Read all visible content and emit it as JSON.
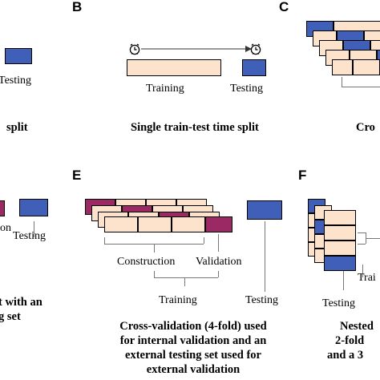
{
  "panels": {
    "a": {
      "testing_label": "Testing",
      "caption": "split"
    },
    "b": {
      "letter": "B",
      "training_label": "Training",
      "testing_label": "Testing",
      "caption": "Single train-test time split",
      "icons": [
        "alarm-clock-icon",
        "alarm-clock-icon"
      ]
    },
    "c": {
      "letter": "C",
      "caption": "Cro"
    },
    "d": {
      "label_fragment": "on",
      "testing_label": "Testing",
      "caption_lines": [
        "t with an",
        "g set"
      ]
    },
    "e": {
      "letter": "E",
      "construction_label": "Construction",
      "validation_label": "Validation",
      "training_label": "Training",
      "testing_label": "Testing",
      "caption_lines": [
        "Cross-validation (4-fold) used",
        "for internal validation and an",
        "external testing set used for",
        "external validation"
      ]
    },
    "f": {
      "letter": "F",
      "training_fragment": "Trai",
      "testing_label": "Testing",
      "caption_lines": [
        "Nested",
        "2-fold",
        "and a 3"
      ]
    }
  },
  "colors": {
    "training": "#fde3cc",
    "testing": "#3f5fb8",
    "validation": "#9b2a64",
    "bracket": "#777777"
  }
}
